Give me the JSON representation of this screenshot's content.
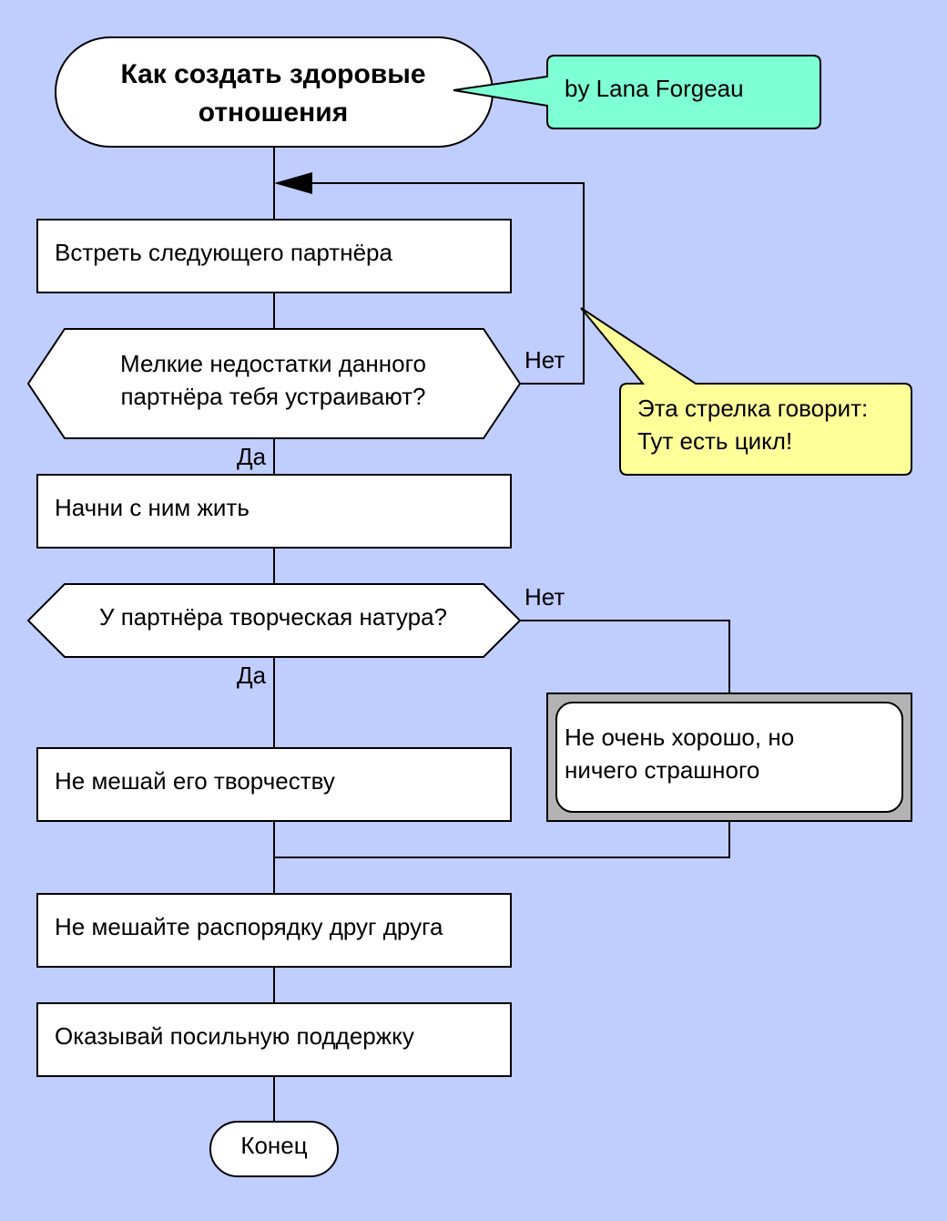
{
  "diagram": {
    "title": {
      "line1": "Как создать здоровые",
      "line2": "отношения"
    },
    "author_callout": "by Lana Forgeau",
    "steps": {
      "meet": "Встреть следующего партнёра",
      "live": "Начни с ним жить",
      "no_interfere_creativity": "Не мешай его творчеству",
      "no_interfere_schedule": "Не мешайте распорядку друг друга",
      "support": "Оказывай посильную поддержку"
    },
    "decisions": {
      "flaws": {
        "line1": "Мелкие недостатки данного",
        "line2": "партнёра тебя устраивают?"
      },
      "creative": "У партнёра творческая натура?"
    },
    "side_note": {
      "line1": "Не очень хорошо, но",
      "line2": "ничего страшного"
    },
    "loop_callout": {
      "line1": "Эта стрелка говорит:",
      "line2": "Тут есть цикл!"
    },
    "labels": {
      "yes": "Да",
      "no": "Нет"
    },
    "end": "Конец",
    "colors": {
      "background": "#c0cdff",
      "author_callout": "#7fffd4",
      "loop_callout": "#ffff99",
      "side_note_frame": "#b3b3b3",
      "box": "#ffffff",
      "stroke": "#000000"
    }
  }
}
